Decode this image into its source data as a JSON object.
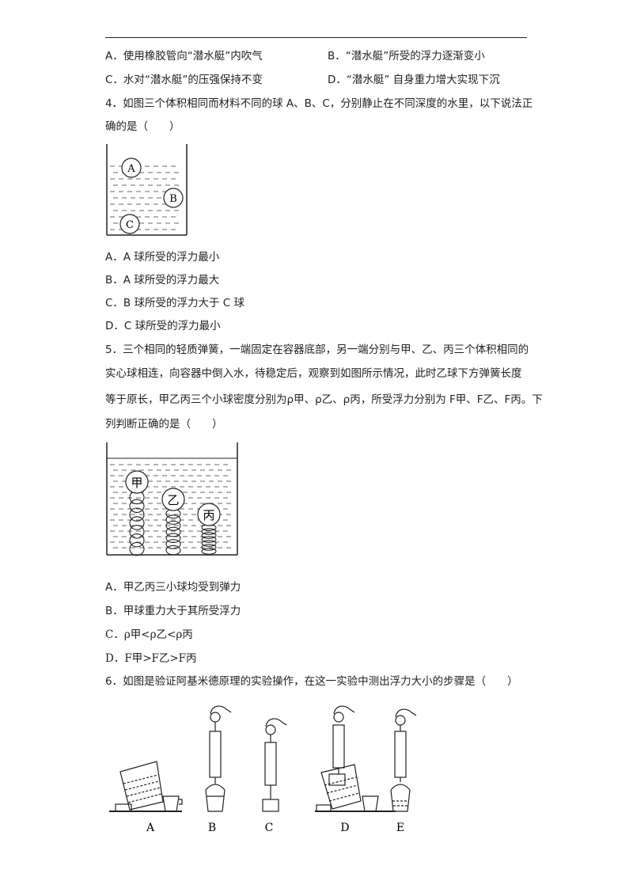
{
  "q3": {
    "optA": "A．使用橡胶管向“潜水艇”内吹气",
    "optB": "B．“潜水艇”所受的浮力逐渐变小",
    "optC": "C．水对“潜水艇”的压强保持不变",
    "optD": "D．“潜水艇” 自身重力增大实现下沉"
  },
  "q4": {
    "stem1": "4．如图三个体积相同而材料不同的球 A、B、C，分别静止在不同深度的水里，以下说法正",
    "stem2": "确的是（　　）",
    "figure": {
      "ball_a": "A",
      "ball_b": "B",
      "ball_c": "C"
    },
    "optA": "A．A 球所受的浮力最小",
    "optB": "B．A 球所受的浮力最大",
    "optC": "C．B 球所受的浮力大于 C 球",
    "optD": "D．C 球所受的浮力最小"
  },
  "q5": {
    "stem1": "5．三个相同的轻质弹簧，一端固定在容器底部，另一端分别与甲、乙、丙三个体积相同的",
    "stem2": "实心球相连，向容器中倒入水，待稳定后，观察到如图所示情况，此时乙球下方弹簧长度",
    "stem3": "等于原长，甲乙丙三个小球密度分别为ρ甲、ρ乙、ρ丙，所受浮力分别为 F甲、F乙、F丙。下",
    "stem4": "列判断正确的是（　　）",
    "figure": {
      "ball_jia": "甲",
      "ball_yi": "乙",
      "ball_bing": "丙"
    },
    "optA": "A．甲乙丙三小球均受到弹力",
    "optB": "B．甲球重力大于其所受浮力",
    "optC": "C．ρ甲<ρ乙<ρ丙",
    "optD": "D．F甲>F乙>F丙"
  },
  "q6": {
    "stem": "6．如图是验证阿基米德原理的实验操作，在这一实验中测出浮力大小的步骤是（　　）",
    "figure_labels": [
      "A",
      "B",
      "C",
      "D",
      "E"
    ]
  }
}
